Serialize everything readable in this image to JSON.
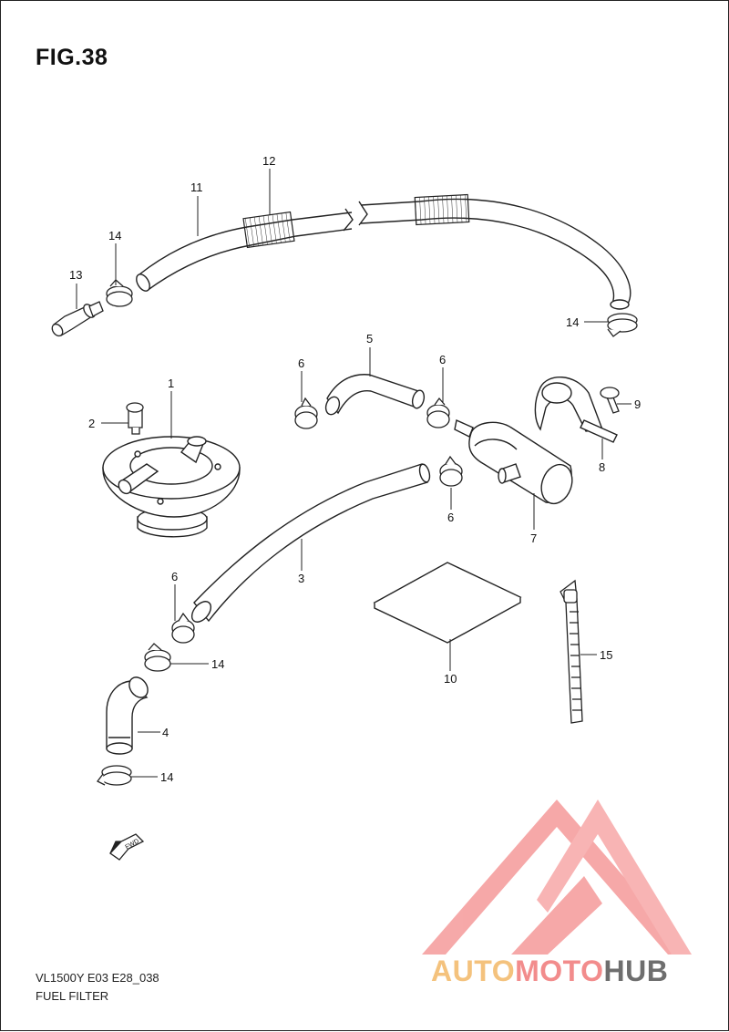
{
  "figure": {
    "title": "FIG.38"
  },
  "footer": {
    "model_code": "VL1500Y E03 E28_038",
    "section_name": "FUEL FILTER"
  },
  "fwd_marker": {
    "label": "FWD"
  },
  "watermark": {
    "part1": "AUTO",
    "part2": "MOTO",
    "part3": "HUB",
    "colors": {
      "auto": "#f4c27d",
      "moto": "#f28c8c",
      "hub": "#6e6e6e",
      "triangle": "#f59a9a"
    }
  },
  "callouts": [
    {
      "id": "c1",
      "label": "1"
    },
    {
      "id": "c2",
      "label": "2"
    },
    {
      "id": "c3",
      "label": "3"
    },
    {
      "id": "c4",
      "label": "4"
    },
    {
      "id": "c5",
      "label": "5"
    },
    {
      "id": "c6a",
      "label": "6"
    },
    {
      "id": "c6b",
      "label": "6"
    },
    {
      "id": "c6c",
      "label": "6"
    },
    {
      "id": "c6d",
      "label": "6"
    },
    {
      "id": "c7",
      "label": "7"
    },
    {
      "id": "c8",
      "label": "8"
    },
    {
      "id": "c9",
      "label": "9"
    },
    {
      "id": "c10",
      "label": "10"
    },
    {
      "id": "c11",
      "label": "11"
    },
    {
      "id": "c12",
      "label": "12"
    },
    {
      "id": "c13",
      "label": "13"
    },
    {
      "id": "c14a",
      "label": "14"
    },
    {
      "id": "c14b",
      "label": "14"
    },
    {
      "id": "c14c",
      "label": "14"
    },
    {
      "id": "c14d",
      "label": "14"
    },
    {
      "id": "c15",
      "label": "15"
    }
  ]
}
